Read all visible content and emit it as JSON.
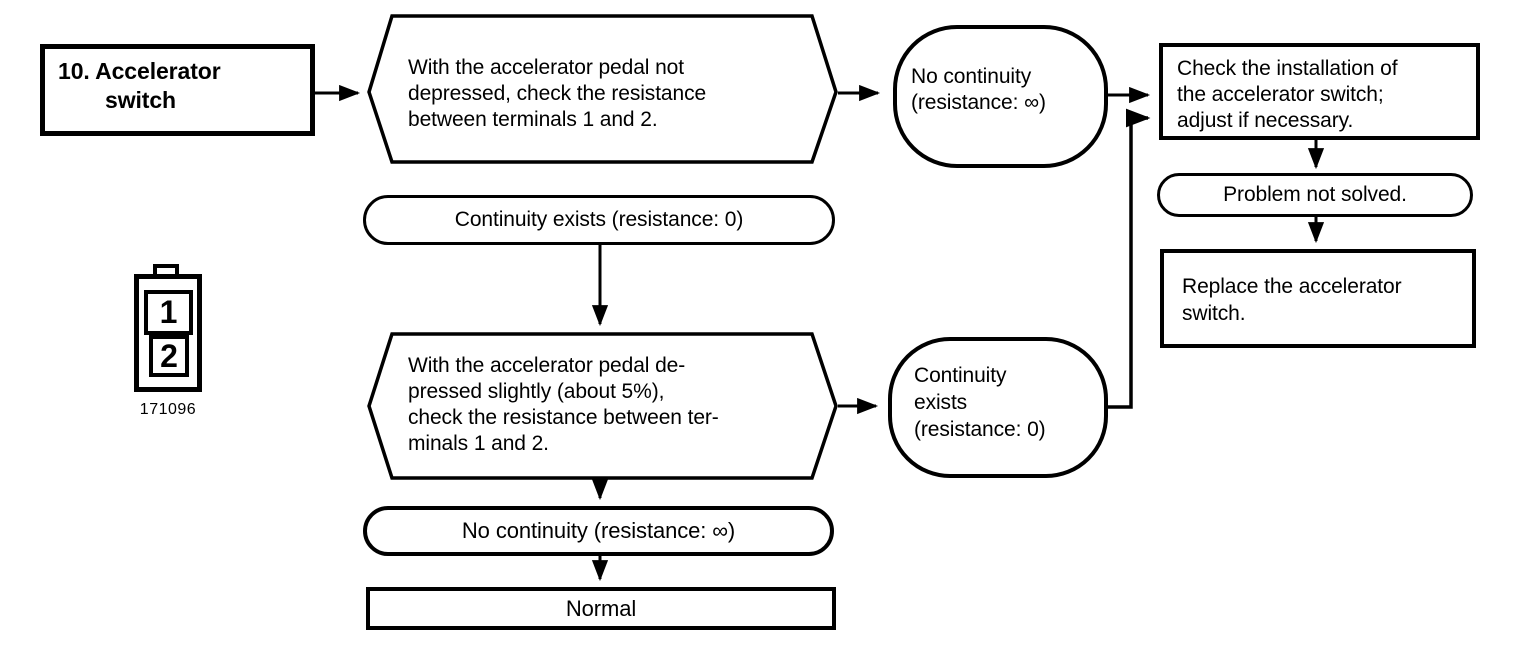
{
  "colors": {
    "ink": "#000000",
    "background": "#ffffff"
  },
  "nodes": {
    "title_box": {
      "line1": "10. Accelerator",
      "line2": "switch"
    },
    "hex_test1": {
      "lines": [
        "With the accelerator pedal not",
        "depressed, check the resistance",
        "between terminals 1 and 2."
      ]
    },
    "oval_no_continuity": {
      "lines": [
        "No continuity",
        "(resistance: ∞)"
      ]
    },
    "check_box": {
      "lines": [
        "Check the installation of",
        "the accelerator switch;",
        "adjust if necessary."
      ]
    },
    "problem_stadium": {
      "label": "Problem not solved."
    },
    "replace_box": {
      "lines": [
        "Replace the accelerator",
        "switch."
      ]
    },
    "stadium_continuity": {
      "label": "Continuity exists (resistance: 0)"
    },
    "hex_test2": {
      "lines": [
        "With the accelerator pedal de-",
        "pressed slightly (about 5%),",
        "check the resistance between ter-",
        "minals 1 and 2."
      ]
    },
    "oval_continuity": {
      "lines": [
        "Continuity",
        "exists",
        "(resistance: 0)"
      ]
    },
    "stadium_no_continuity": {
      "label": "No continuity (resistance: ∞)"
    },
    "normal_box": {
      "label": "Normal"
    },
    "connector_icon": {
      "terminal1": "1",
      "terminal2": "2",
      "figure_number": "171096"
    }
  }
}
